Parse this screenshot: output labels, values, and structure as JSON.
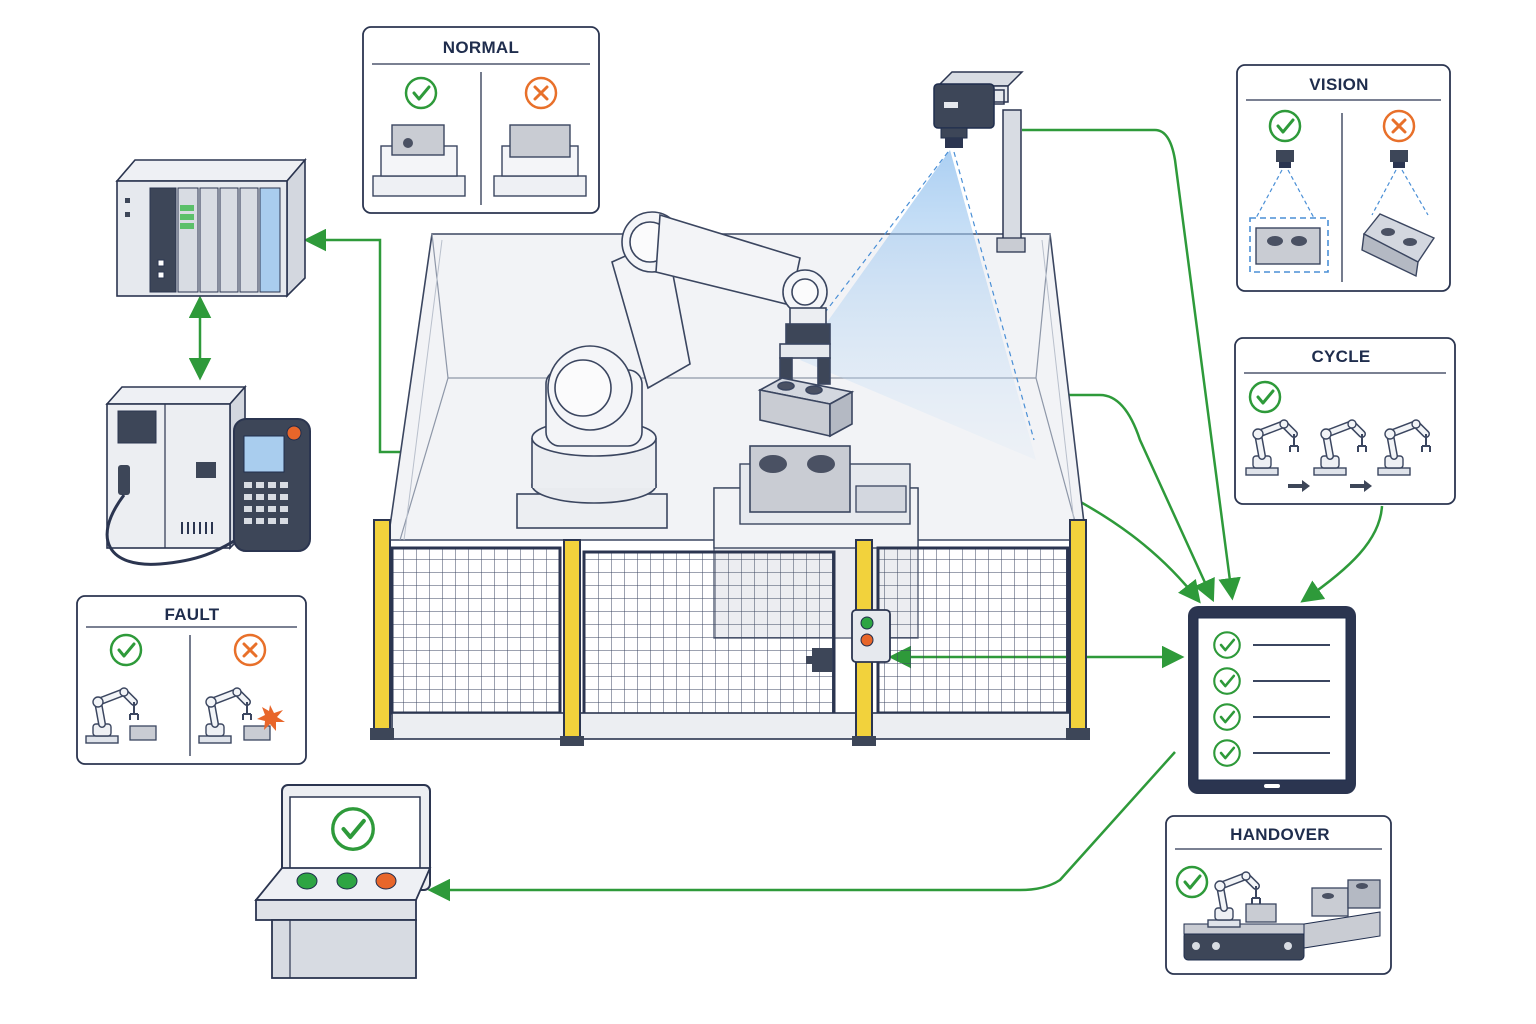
{
  "panels": {
    "normal": {
      "title": "NORMAL"
    },
    "fault": {
      "title": "FAULT"
    },
    "vision": {
      "title": "VISION"
    },
    "cycle": {
      "title": "CYCLE"
    },
    "handover": {
      "title": "HANDOVER"
    }
  },
  "checklist": {
    "items": 4,
    "checked": 4
  },
  "colors": {
    "ok": "#2e9a3a",
    "fail": "#e8702a",
    "link": "#2e9a3a",
    "outline": "#1f2d4d",
    "safety_post": "#f2d23c",
    "camera_beam": "#9ec6ee",
    "button_green": "#2ea543",
    "button_orange": "#e8662a"
  },
  "icons": [
    "check-icon",
    "cross-icon",
    "arrow-icon",
    "spark-icon",
    "camera-icon"
  ]
}
